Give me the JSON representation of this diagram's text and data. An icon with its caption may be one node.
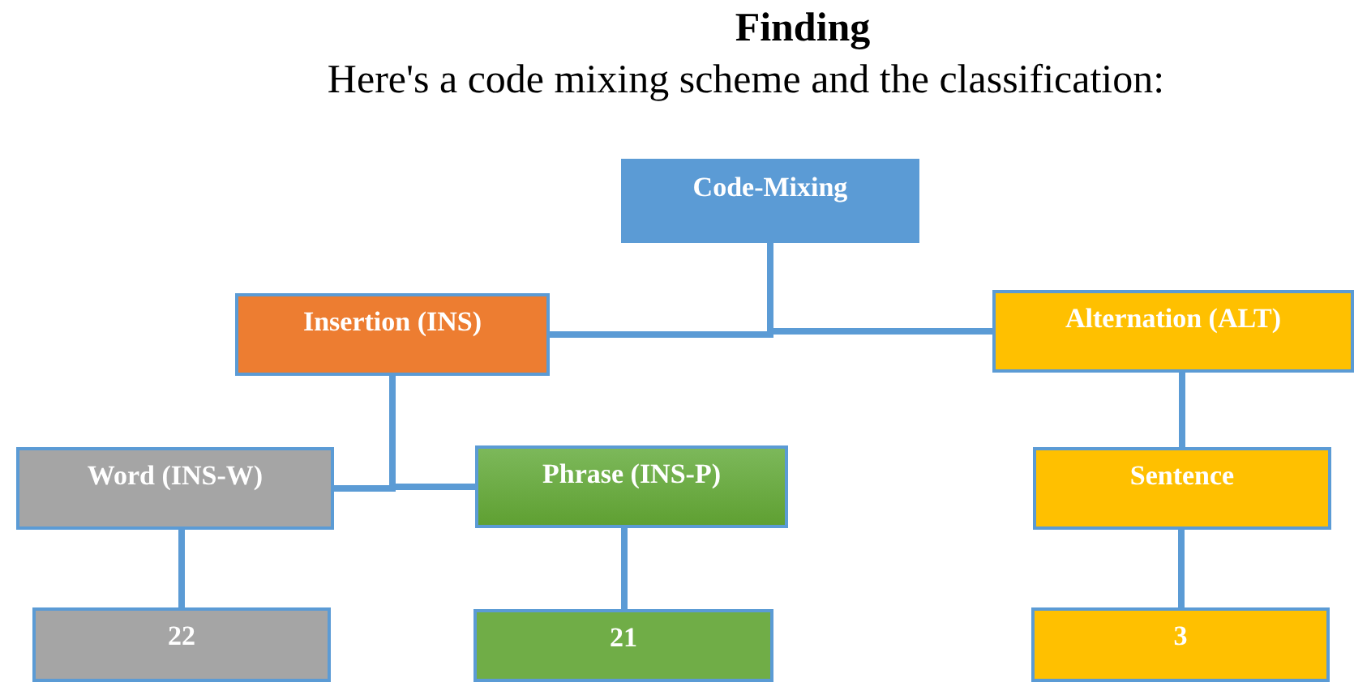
{
  "diagram": {
    "title": "Finding",
    "nodes": [
      {
        "text": [
          "Code-Mixing"
        ]
      },
      {
        "text": [
          "Insertion (INS)"
        ]
      },
      {
        "text": [
          "Alternation (ALT)"
        ]
      },
      {
        "text": [
          "Word (INS-W)"
        ]
      },
      {
        "text": [
          "Phrase (INS-P)"
        ]
      },
      {
        "text": [
          "Sentence"
        ]
      },
      {
        "text": [
          "22"
        ]
      },
      {
        "text": [
          "21"
        ]
      },
      {
        "text": [
          "3"
        ]
      }
    ],
    "edges": [
      {
        "from": 0,
        "to": 1,
        "arrow": "none"
      },
      {
        "from": 0,
        "to": 2,
        "arrow": "none"
      },
      {
        "from": 1,
        "to": 3,
        "arrow": "none"
      },
      {
        "from": 1,
        "to": 4,
        "arrow": "none"
      },
      {
        "from": 2,
        "to": 5,
        "arrow": "none"
      },
      {
        "from": 3,
        "to": 6,
        "arrow": "none"
      },
      {
        "from": 4,
        "to": 7,
        "arrow": "none"
      },
      {
        "from": 5,
        "to": 8,
        "arrow": "none"
      }
    ],
    "labels": [
      "Here's a code mixing scheme and the classification:"
    ]
  }
}
